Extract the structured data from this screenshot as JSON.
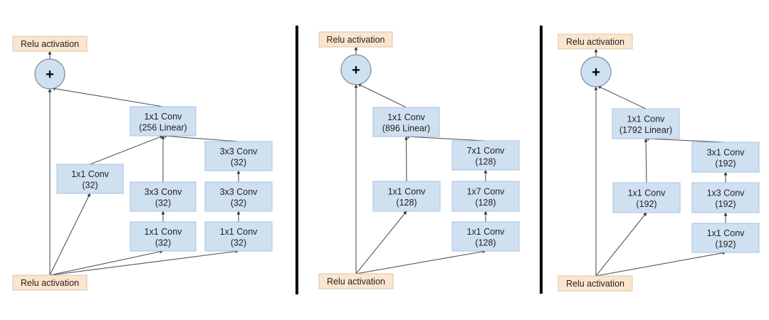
{
  "colors": {
    "conv_fill": "#cfe0f1",
    "conv_stroke": "#a9c2dd",
    "relu_fill": "#fce5cd",
    "relu_stroke": "#d9c4ad",
    "add_fill": "#cfe0f1",
    "add_stroke": "#7f8a94",
    "edge": "#555555",
    "divider": "#000000"
  },
  "add_symbol": "+",
  "panels": [
    {
      "name": "inception-resnet-a",
      "top_relu": "Relu activation",
      "bottom_relu": "Relu activation",
      "nodes": [
        {
          "id": "proj",
          "line1": "1x1 Conv",
          "line2": "(256 Linear)"
        },
        {
          "id": "b1",
          "line1": "1x1 Conv",
          "line2": "(32)"
        },
        {
          "id": "b2a",
          "line1": "1x1 Conv",
          "line2": "(32)"
        },
        {
          "id": "b2b",
          "line1": "3x3 Conv",
          "line2": "(32)"
        },
        {
          "id": "b3a",
          "line1": "1x1 Conv",
          "line2": "(32)"
        },
        {
          "id": "b3b",
          "line1": "3x3 Conv",
          "line2": "(32)"
        },
        {
          "id": "b3c",
          "line1": "3x3 Conv",
          "line2": "(32)"
        }
      ]
    },
    {
      "name": "inception-resnet-b",
      "top_relu": "Relu activation",
      "bottom_relu": "Relu activation",
      "nodes": [
        {
          "id": "proj",
          "line1": "1x1 Conv",
          "line2": "(896 Linear)"
        },
        {
          "id": "b1",
          "line1": "1x1 Conv",
          "line2": "(128)"
        },
        {
          "id": "b2a",
          "line1": "1x1 Conv",
          "line2": "(128)"
        },
        {
          "id": "b2b",
          "line1": "1x7 Conv",
          "line2": "(128)"
        },
        {
          "id": "b2c",
          "line1": "7x1 Conv",
          "line2": "(128)"
        }
      ]
    },
    {
      "name": "inception-resnet-c",
      "top_relu": "Relu activation",
      "bottom_relu": "Relu activation",
      "nodes": [
        {
          "id": "proj",
          "line1": "1x1 Conv",
          "line2": "(1792 Linear)"
        },
        {
          "id": "b1",
          "line1": "1x1 Conv",
          "line2": "(192)"
        },
        {
          "id": "b2a",
          "line1": "1x1 Conv",
          "line2": "(192)"
        },
        {
          "id": "b2b",
          "line1": "1x3 Conv",
          "line2": "(192)"
        },
        {
          "id": "b2c",
          "line1": "3x1 Conv",
          "line2": "(192)"
        }
      ]
    }
  ]
}
